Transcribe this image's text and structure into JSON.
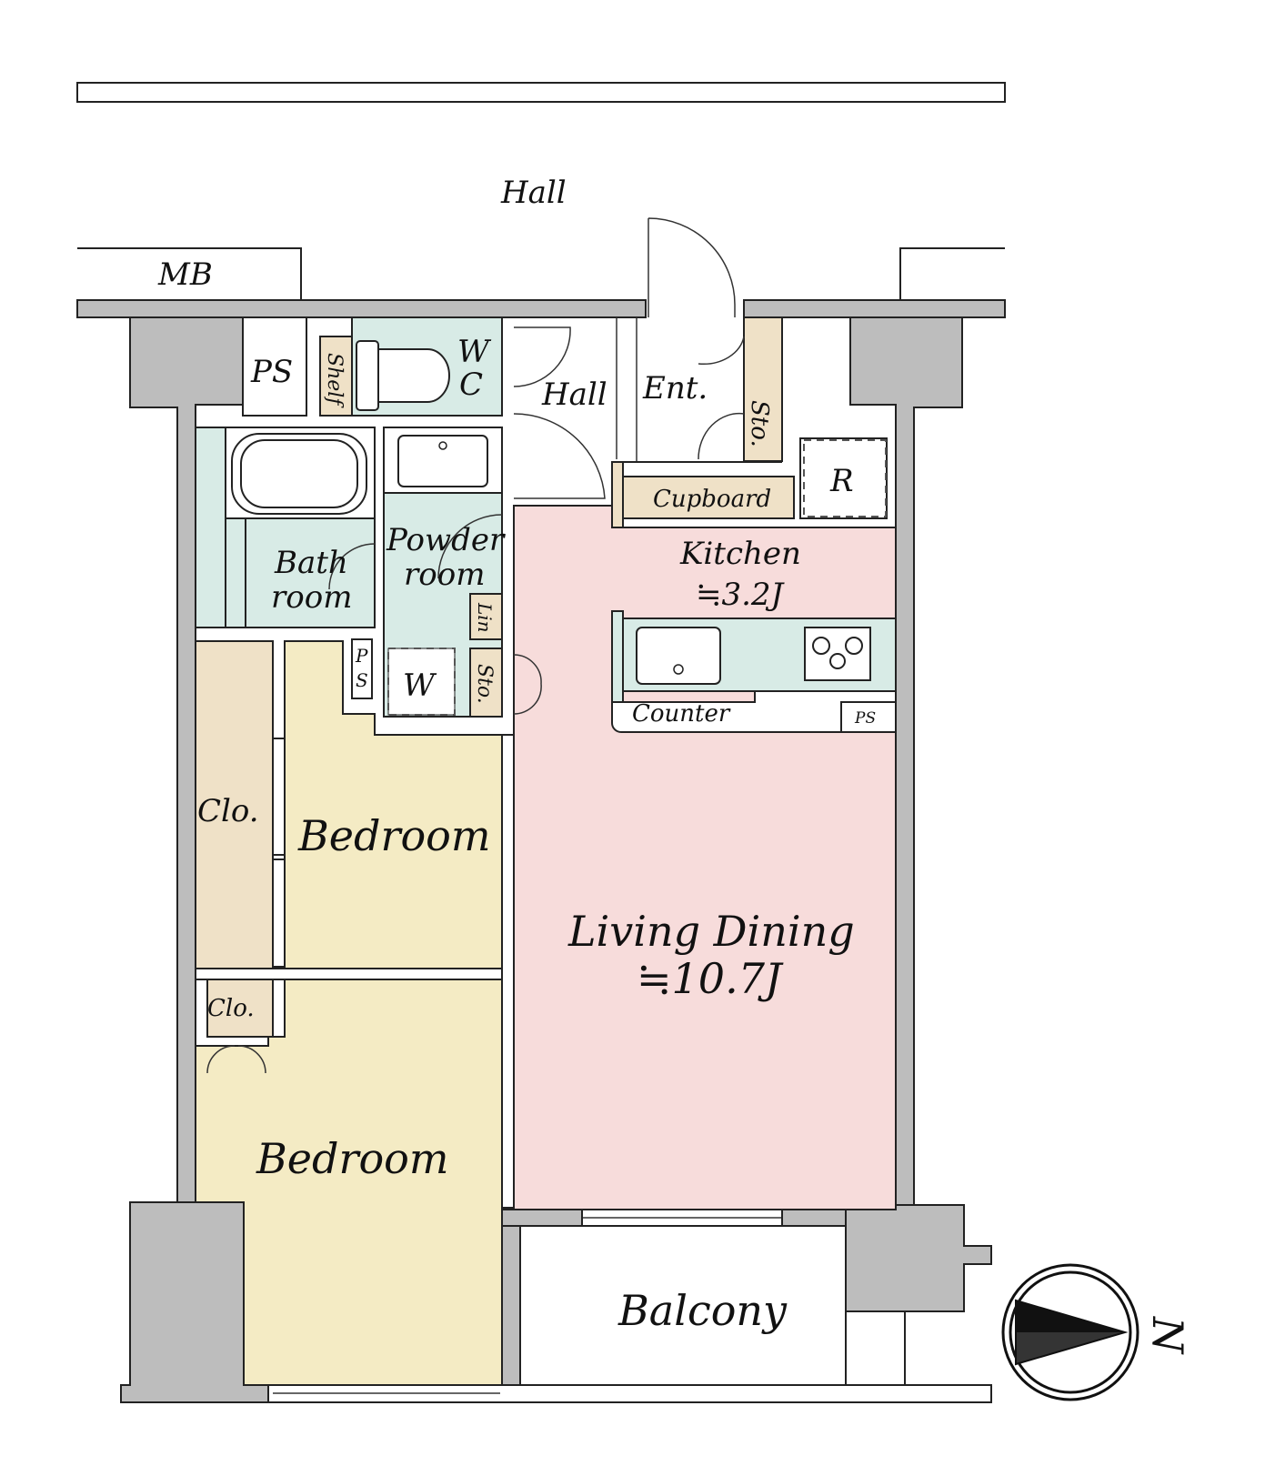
{
  "colors": {
    "wall": "#bdbdbd",
    "living": "#f7dcdb",
    "bedroom": "#f4ebc4",
    "wet": "#d8ebe6",
    "storage": "#efe1c7",
    "white": "#ffffff"
  },
  "labels": {
    "hall_outer": "Hall",
    "mb": "MB",
    "ps_top": "PS",
    "shelf": "Shelf",
    "wc_w": "W",
    "wc_c": "C",
    "hall_inner": "Hall",
    "entrance": "Ent.",
    "storage_ent": "Sto.",
    "cupboard": "Cupboard",
    "refrigerator": "R",
    "kitchen": "Kitchen",
    "kitchen_size": "≒3.2J",
    "bath_1": "Bath",
    "bath_2": "room",
    "powder_1": "Powder",
    "powder_2": "room",
    "linen": "Lin",
    "ps_small_p": "P",
    "ps_small_s": "S",
    "washer": "W",
    "storage_mid": "Sto.",
    "counter": "Counter",
    "ps_counter": "PS",
    "closet_1": "Clo.",
    "bedroom_1": "Bedroom",
    "living_dining": "Living Dining",
    "living_size": "≒10.7J",
    "closet_2": "Clo.",
    "bedroom_2": "Bedroom",
    "balcony": "Balcony",
    "north": "N"
  }
}
